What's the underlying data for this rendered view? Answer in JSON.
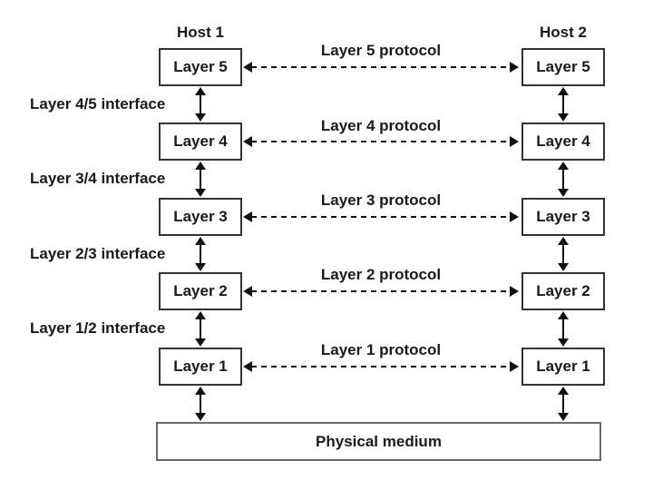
{
  "hosts": [
    {
      "title": "Host 1",
      "layers": [
        "Layer 5",
        "Layer 4",
        "Layer 3",
        "Layer 2",
        "Layer 1"
      ]
    },
    {
      "title": "Host 2",
      "layers": [
        "Layer 5",
        "Layer 4",
        "Layer 3",
        "Layer 2",
        "Layer 1"
      ]
    }
  ],
  "protocols": [
    "Layer 5 protocol",
    "Layer 4 protocol",
    "Layer 3 protocol",
    "Layer 2 protocol",
    "Layer 1 protocol"
  ],
  "interfaces": [
    "Layer 4/5 interface",
    "Layer 3/4 interface",
    "Layer 2/3 interface",
    "Layer 1/2 interface"
  ],
  "medium_label": "Physical medium",
  "colors": {
    "background": "#ffffff",
    "box_border": "#333333",
    "medium_border": "#6b6b6b",
    "text": "#1a1a1a",
    "arrow": "#111111"
  }
}
